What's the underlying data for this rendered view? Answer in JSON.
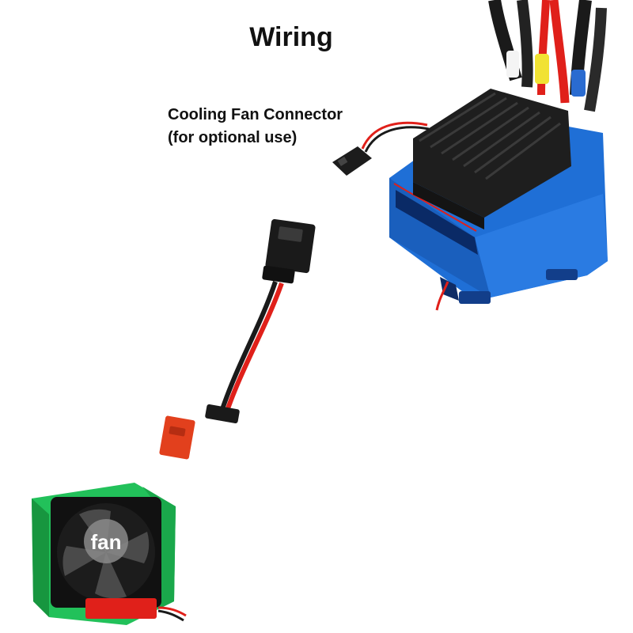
{
  "title": "Wiring",
  "callout": {
    "line1": "Cooling Fan Connector",
    "line2": "(for optional use)"
  },
  "fan": {
    "label": "fan"
  },
  "colors": {
    "esc_body": "#1f6fd6",
    "heatsink": "#1e1e1e",
    "fan_frame": "#22c15a",
    "wire_red": "#e0201a",
    "wire_black": "#1a1a1a",
    "connector_red": "#e2401d"
  }
}
